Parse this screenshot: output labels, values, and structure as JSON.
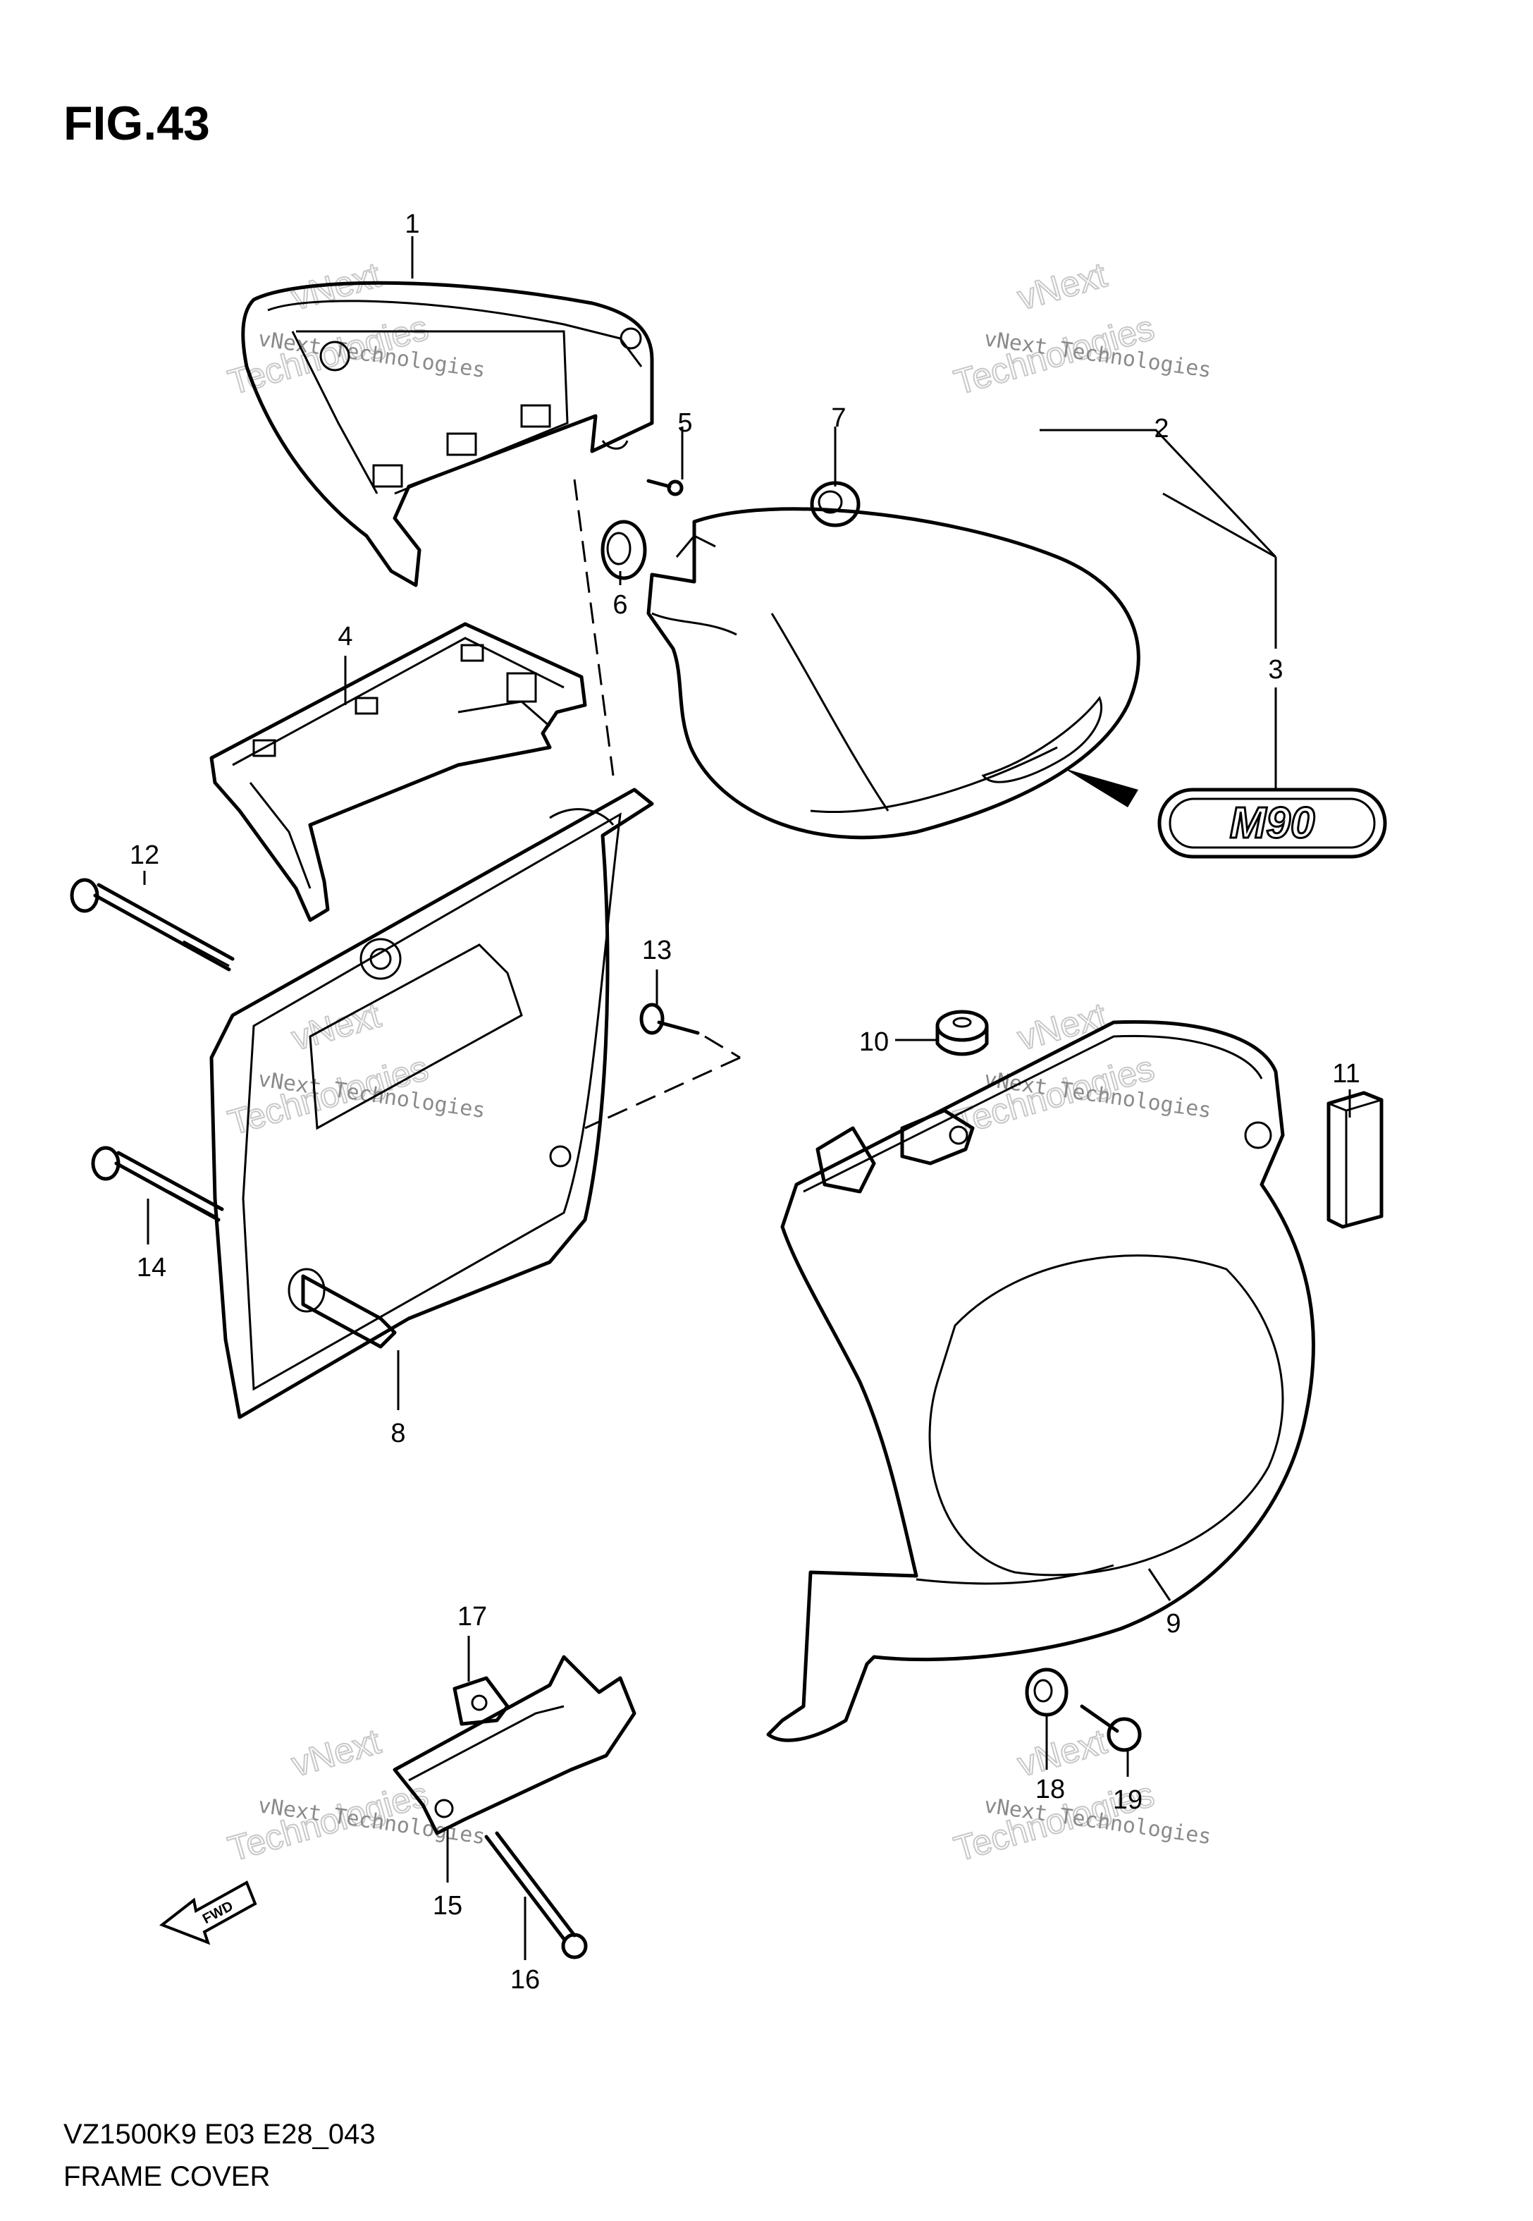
{
  "figure": {
    "title": "FIG.43"
  },
  "footer": {
    "model_code": "VZ1500K9 E03 E28_043",
    "section_name": "FRAME COVER"
  },
  "emblem": {
    "text": "M90"
  },
  "fwd_arrow": {
    "text": "FWD"
  },
  "watermark": {
    "line1": "vNext Technologies",
    "line2": "vNext",
    "line3": "Technologies"
  },
  "callouts": [
    "1",
    "2",
    "3",
    "4",
    "5",
    "6",
    "7",
    "8",
    "9",
    "10",
    "11",
    "12",
    "13",
    "14",
    "15",
    "16",
    "17",
    "18",
    "19"
  ]
}
